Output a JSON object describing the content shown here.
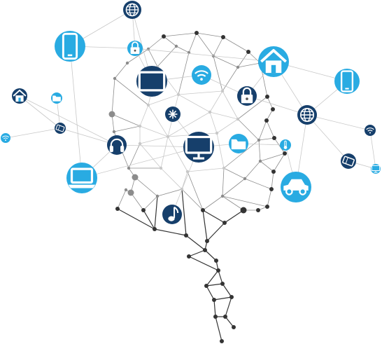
{
  "colors": {
    "light_blue": "#29abe2",
    "dark_blue": "#163f6b",
    "mesh_dark": "#333333",
    "mesh_gray": "#8c8c8c",
    "mesh_light": "#c8c8c8",
    "icon_glyph": "#ffffff"
  },
  "nodes": [
    {
      "id": "globe-top",
      "icon": "globe-icon",
      "tone": "dark"
    },
    {
      "id": "phone-left",
      "icon": "smartphone-icon",
      "tone": "light"
    },
    {
      "id": "lock-top",
      "icon": "lock-icon",
      "tone": "light"
    },
    {
      "id": "home-right",
      "icon": "home-icon",
      "tone": "light"
    },
    {
      "id": "phone-right",
      "icon": "smartphone-icon",
      "tone": "light"
    },
    {
      "id": "home-left",
      "icon": "home-icon",
      "tone": "dark"
    },
    {
      "id": "folder-small-left",
      "icon": "folder-icon",
      "tone": "light"
    },
    {
      "id": "tablet-center",
      "icon": "tablet-icon",
      "tone": "dark"
    },
    {
      "id": "wifi-center",
      "icon": "wifi-icon",
      "tone": "light"
    },
    {
      "id": "lock-center",
      "icon": "lock-icon",
      "tone": "dark"
    },
    {
      "id": "globe-right",
      "icon": "globe-icon",
      "tone": "dark"
    },
    {
      "id": "asterisk-center",
      "icon": "asterisk-icon",
      "tone": "dark"
    },
    {
      "id": "ticket-left",
      "icon": "ticket-icon",
      "tone": "dark"
    },
    {
      "id": "wifi-far-left",
      "icon": "wifi-icon",
      "tone": "light"
    },
    {
      "id": "headphones",
      "icon": "headphones-icon",
      "tone": "dark"
    },
    {
      "id": "monitor-center",
      "icon": "monitor-icon",
      "tone": "dark"
    },
    {
      "id": "folder-center",
      "icon": "folder-icon",
      "tone": "light"
    },
    {
      "id": "thermometer",
      "icon": "thermometer-icon",
      "tone": "light"
    },
    {
      "id": "wifi-far-right",
      "icon": "wifi-icon",
      "tone": "dark"
    },
    {
      "id": "ticket-right",
      "icon": "ticket-icon",
      "tone": "dark"
    },
    {
      "id": "monitor-small-right",
      "icon": "monitor-icon",
      "tone": "light"
    },
    {
      "id": "laptop",
      "icon": "laptop-icon",
      "tone": "light"
    },
    {
      "id": "car",
      "icon": "car-icon",
      "tone": "light"
    },
    {
      "id": "music-note",
      "icon": "music-note-icon",
      "tone": "dark"
    }
  ]
}
